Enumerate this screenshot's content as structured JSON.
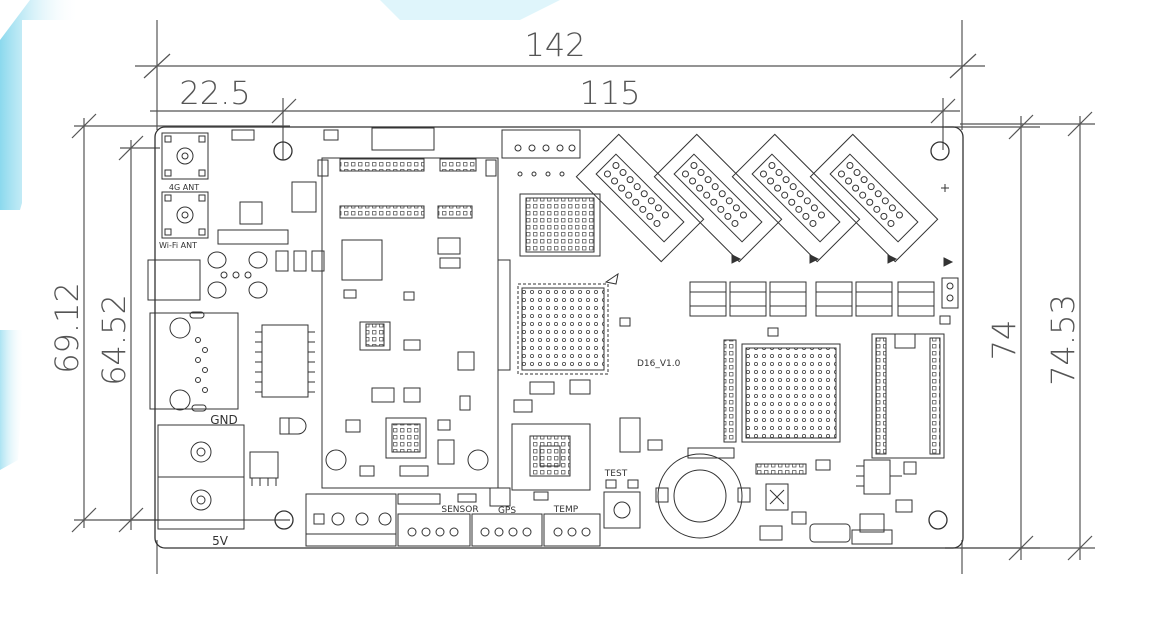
{
  "dimensions": {
    "overall_width": "142",
    "left_offset": "22.5",
    "hole_span": "115",
    "outer_height_left": "69.12",
    "inner_height_left": "64.52",
    "inner_height_right": "74",
    "outer_height_right": "74.53"
  },
  "labels": {
    "gc_ant": "4G ANT",
    "wifi_ant": "Wi-Fi ANT",
    "gnd": "GND",
    "v5": "5V",
    "sensor": "SENSOR",
    "gps": "GPS",
    "temp": "TEMP",
    "test": "TEST",
    "board_name": "D16_V1.0"
  },
  "colors": {
    "line": "#333333",
    "dim": "#555555",
    "accent_bg": "#6fd0e8"
  }
}
